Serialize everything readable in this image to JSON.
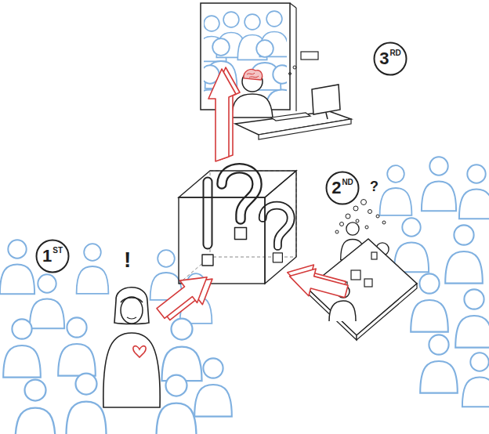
{
  "diagram": {
    "nodes": [
      {
        "text": [
          "1",
          "ST"
        ]
      },
      {
        "text": [
          "2",
          "ND"
        ]
      },
      {
        "text": [
          "3",
          "RD"
        ]
      }
    ],
    "labels": [
      "!",
      "?"
    ]
  }
}
